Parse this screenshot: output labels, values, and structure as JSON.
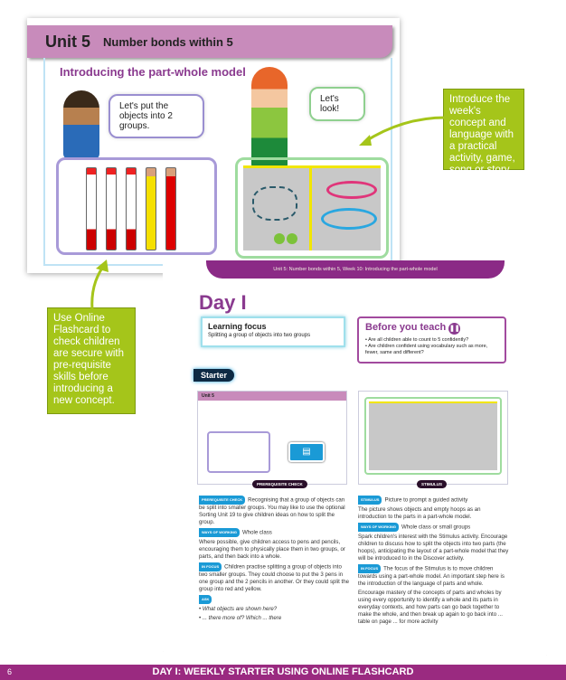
{
  "card": {
    "unit": "Unit 5",
    "unit_title": "Number bonds within 5",
    "lesson_title": "Introducing the part-whole model",
    "boy_speech": "Let's put the objects into 2 groups.",
    "girl_speech": "Let's look!"
  },
  "callouts": {
    "right": "Introduce the week's concept and language with a practical activity, game, song or story.",
    "left": "Use Online Flashcard to check children are secure with pre-requisite skills before introducing a new concept."
  },
  "doc": {
    "banner": "Unit 5: Number bonds within 5, Week 10: Introducing the part-whole model",
    "day": "Day I",
    "learning_focus": {
      "title": "Learning focus",
      "text": "Splitting a group of objects into two groups"
    },
    "before_you_teach": {
      "title": "Before you teach",
      "bullets": [
        "Are all children able to count to 5 confidently?",
        "Are children confident using vocabulary such as more, fewer, same and different?"
      ]
    },
    "starter": "Starter",
    "thumb_labels": [
      "PREREQUISITE CHECK",
      "STIMULUS"
    ],
    "left_col": [
      {
        "tag": "PREREQUISITE CHECK",
        "text": "Recognising that a group of objects can be split into smaller groups. You may like to use the optional Sorting Unit 19 to give children ideas on how to split the group."
      },
      {
        "tag": "WAYS OF WORKING",
        "text": "Whole class"
      },
      {
        "tag": "",
        "text": "Where possible, give children access to pens and pencils, encouraging them to physically place them in two groups, or parts, and then back into a whole."
      },
      {
        "tag": "IN FOCUS",
        "text": "Children practise splitting a group of objects into two smaller groups. They could choose to put the 3 pens in one group and the 2 pencils in another. Or they could split the group into red and yellow."
      },
      {
        "tag": "ASK",
        "text": ""
      },
      {
        "tag": "",
        "text": "• What objects are shown here?"
      },
      {
        "tag": "",
        "text": "• ... there more of? Which ... there"
      }
    ],
    "right_col": [
      {
        "tag": "STIMULUS",
        "text": "Picture to prompt a guided activity"
      },
      {
        "tag": "",
        "text": "The picture shows objects and empty hoops as an introduction to the parts in a part-whole model."
      },
      {
        "tag": "WAYS OF WORKING",
        "text": "Whole class or small groups"
      },
      {
        "tag": "",
        "text": "Spark children's interest with the Stimulus activity. Encourage children to discuss how to split the objects into two parts (the hoops), anticipating the layout of a part-whole model that they will be introduced to in the Discover activity."
      },
      {
        "tag": "IN FOCUS",
        "text": "The focus of the Stimulus is to move children towards using a part-whole model. An important step here is the introduction of the language of parts and whole."
      },
      {
        "tag": "",
        "text": "Encourage mastery of the concepts of parts and wholes by using every opportunity to identify a whole and its parts in everyday contexts, and how parts can go back together to make the whole, and then break up again to go back into ... table on page ... for more activity"
      }
    ]
  },
  "footer": {
    "page": "6",
    "title": "DAY I: WEEKLY STARTER USING ONLINE FLASHCARD"
  }
}
